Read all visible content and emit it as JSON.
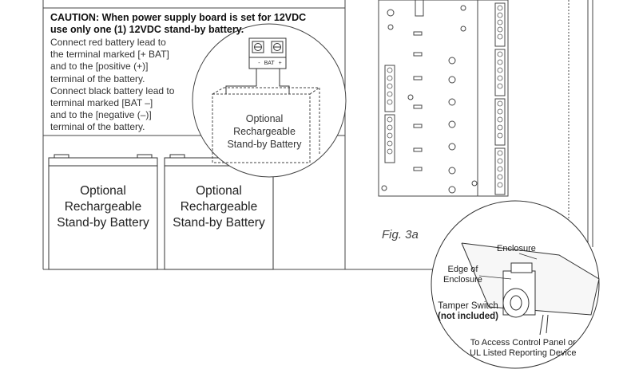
{
  "caution": {
    "line1": "CAUTION: When power supply board is set for 12VDC",
    "line2": "use only one (1) 12VDC stand-by battery."
  },
  "instructions": [
    "Connect red battery lead to",
    "the terminal marked [+ BAT]",
    "and to the [positive (+)]",
    "terminal of the battery.",
    "Connect black battery lead to",
    "terminal marked [BAT –]",
    "and to the [negative (–)]",
    "terminal of the battery."
  ],
  "terminal_label": "BAT",
  "terminal_polarity": {
    "minus": "-",
    "plus": "+"
  },
  "battery_label": [
    "Optional",
    "Rechargeable",
    "Stand-by Battery"
  ],
  "figure_label": "Fig. 3a",
  "detail": {
    "enclosure": "Enclosure",
    "edge": [
      "Edge of",
      "Enclosure"
    ],
    "tamper": [
      "Tamper Switch",
      "(not included)"
    ],
    "access": [
      "To Access Control Panel or",
      "UL Listed Reporting Device"
    ]
  }
}
